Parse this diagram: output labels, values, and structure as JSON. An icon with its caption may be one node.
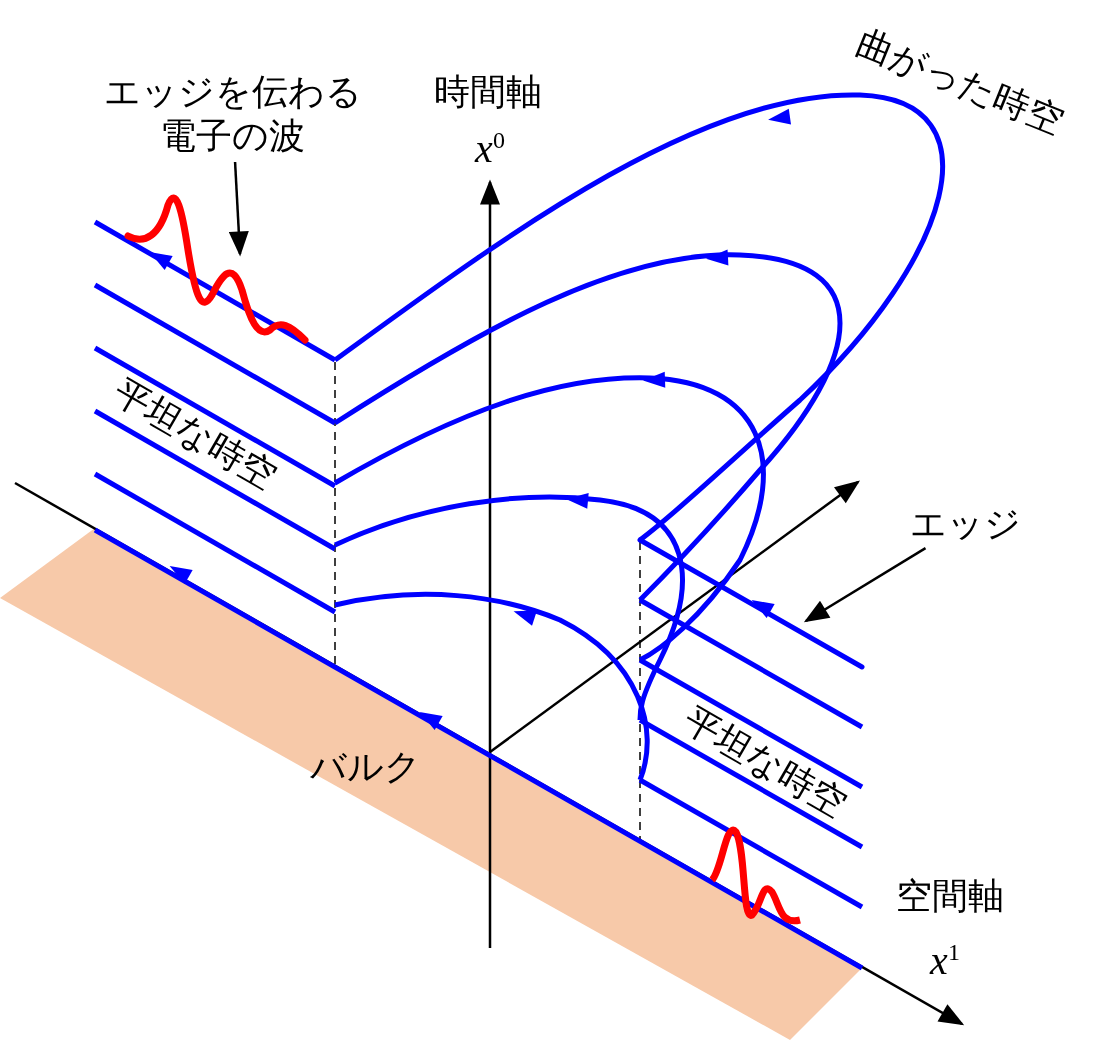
{
  "diagram": {
    "nodes": [
      {
        "text": [
          "エッジを伝わる電子の波"
        ]
      },
      {
        "text": [],
        "shape": "wave"
      },
      {
        "text": [
          "エッジ"
        ]
      },
      {
        "text": [],
        "shape": "line"
      }
    ],
    "edges": [
      {
        "from": 0,
        "to": 1,
        "arrow": "to"
      },
      {
        "from": 2,
        "to": 3,
        "arrow": "to"
      }
    ],
    "labels": [
      "時間軸",
      "*x*$^{0}$",
      "曲がった時空",
      "平坦な時空",
      "平坦な時空",
      "バルク",
      "空間軸",
      "*x*$^{1}$"
    ]
  }
}
